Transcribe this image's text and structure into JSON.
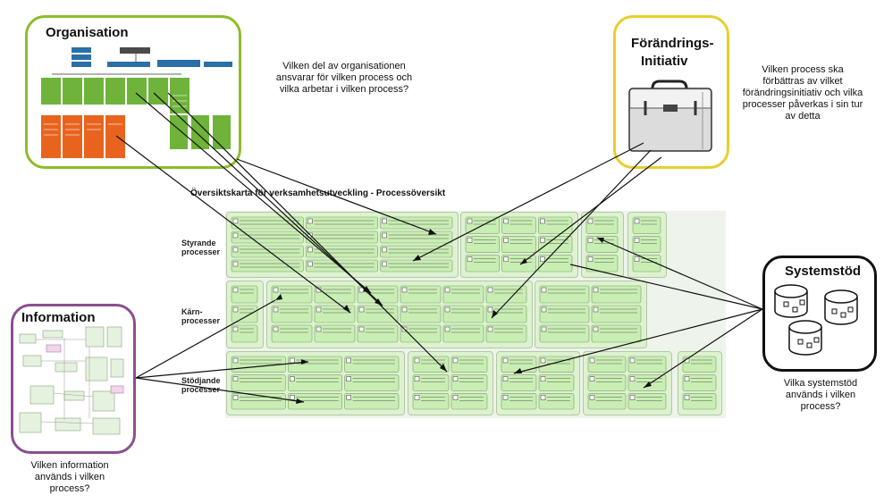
{
  "organisation": {
    "title": "Organisation",
    "question": "Vilken del av organisationen ansvarar för vilken process och vilka arbetar i vilken process?"
  },
  "initiative": {
    "title_line1": "Förändrings-",
    "title_line2": "Initiativ",
    "question": "Vilken process ska förbättras av vilket förändringsinitiativ och vilka processer påverkas i sin tur av detta"
  },
  "information": {
    "title": "Information",
    "question": "Vilken information används i vilken process?"
  },
  "systems": {
    "title": "Systemstöd",
    "question": "Vilka systemstöd används i vilken process?"
  },
  "process_map": {
    "title": "Översiktskarta för verksamhetsutveckling - Processöversikt",
    "rows": [
      {
        "line1": "Styrande",
        "line2": "processer"
      },
      {
        "line1": "Kärn-",
        "line2": "processer"
      },
      {
        "line1": "Stödjande",
        "line2": "processer"
      }
    ]
  },
  "colors": {
    "organisation_border": "#8cbe2a",
    "initiative_border": "#e7cf2a",
    "information_border": "#8a4f8e",
    "systems_border": "#111111",
    "process_fill": "#c9eeb3",
    "org_green": "#6fb33b",
    "org_orange": "#e8641e",
    "org_blue": "#2a6fa8"
  },
  "icons": {
    "initiative": "briefcase-icon",
    "systems": "database-cylinders-icon"
  }
}
